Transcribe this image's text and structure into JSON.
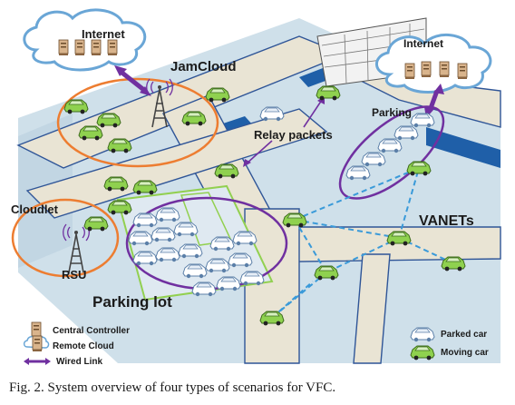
{
  "labels": {
    "internet_left": "Internet",
    "internet_right": "Internet",
    "jamcloud": "JamCloud",
    "relay_packets": "Relay packets",
    "parking": "Parking",
    "cloudlet": "Cloudlet",
    "rsu": "RSU",
    "vanets": "VANETs",
    "parking_lot": "Parking lot"
  },
  "legend": {
    "central_controller": "Central Controller",
    "remote_cloud": "Remote Cloud",
    "wired_link": "Wired Link",
    "parked_car": "Parked car",
    "moving_car": "Moving car"
  },
  "caption": "Fig. 2.  System overview of four types of scenarios for VFC.",
  "colors": {
    "ground": "#cfe0ea",
    "road": "#e9e4d4",
    "road_edge": "#2f5597",
    "water": "#1f5fa8",
    "moving_car": "#8fd14f",
    "parked_car": "#ffffff",
    "cloud": "#6aa6d6",
    "wired_link": "#7030a0",
    "range_circle": "#ed7d31",
    "parking_ellipse": "#7030a0",
    "vanet_link": "#3a9ad9",
    "parking_lot_border": "#92d050"
  },
  "icons": [
    "server-icon",
    "cloud-icon",
    "tower-icon",
    "car-icon"
  ]
}
